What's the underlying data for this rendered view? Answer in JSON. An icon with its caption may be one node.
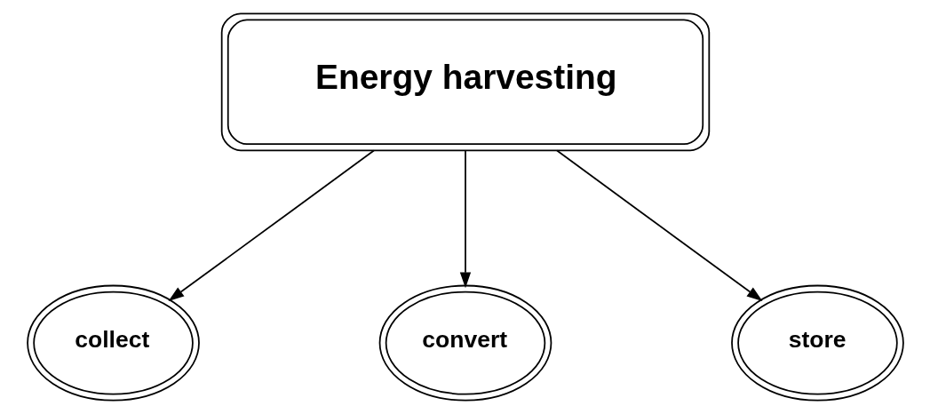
{
  "diagram": {
    "nodes": [
      {
        "text": [
          "Energy harvesting"
        ]
      },
      {
        "text": [
          "collect"
        ]
      },
      {
        "text": [
          "convert"
        ]
      },
      {
        "text": [
          "store"
        ]
      }
    ],
    "edges": [
      {
        "from": 0,
        "to": 1,
        "arrow": "to"
      },
      {
        "from": 0,
        "to": 2,
        "arrow": "to"
      },
      {
        "from": 0,
        "to": 3,
        "arrow": "to"
      }
    ]
  }
}
